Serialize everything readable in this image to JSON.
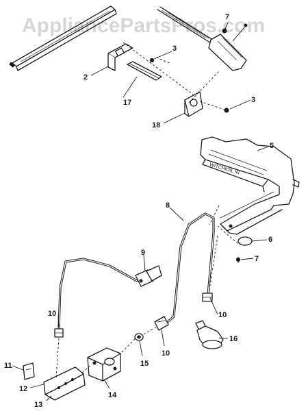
{
  "watermark": "AppliancePartsPros.com",
  "callouts": [
    "2",
    "3",
    "3",
    "5",
    "6",
    "7",
    "7",
    "8",
    "9",
    "10",
    "10",
    "10",
    "11",
    "12",
    "13",
    "14",
    "15",
    "16",
    "17",
    "18"
  ],
  "markings": {
    "burner_mark": "WITCHIOIL IN"
  }
}
